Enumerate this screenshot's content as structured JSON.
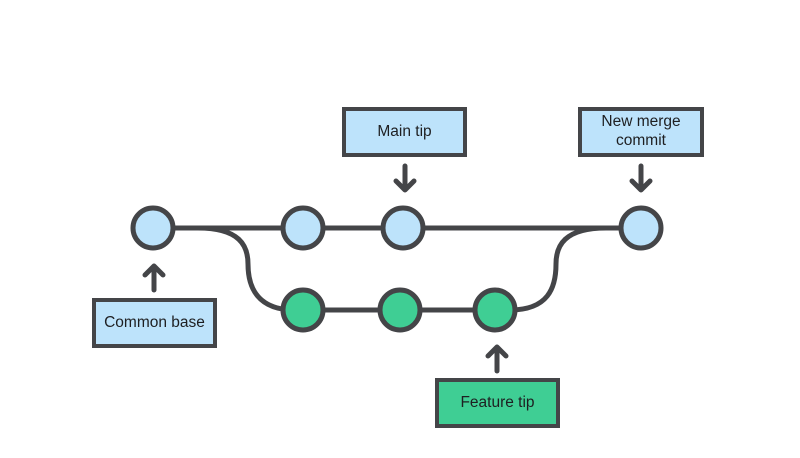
{
  "diagram": {
    "type": "git-merge-branch-diagram",
    "labels": {
      "main_tip": "Main tip",
      "new_merge_commit": "New merge commit",
      "common_base": "Common base",
      "feature_tip": "Feature tip"
    },
    "nodes": {
      "main_branch_commits": 3,
      "feature_branch_commits": 3,
      "merge_commits": 1
    }
  },
  "colors": {
    "main-fill": "#BDE3FB",
    "feature-fill": "#3FCE94",
    "stroke": "#444548",
    "text": "#1E1F21",
    "background": "#FFFFFF"
  }
}
